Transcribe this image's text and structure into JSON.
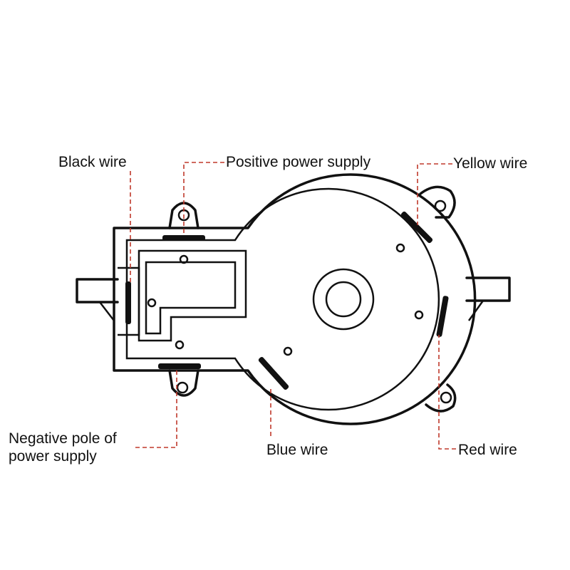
{
  "diagram": {
    "labels": {
      "black_wire": "Black wire",
      "positive_power": "Positive power supply",
      "yellow_wire": "Yellow wire",
      "negative_power_line1": "Negative pole of",
      "negative_power_line2": "power supply",
      "blue_wire": "Blue wire",
      "red_wire": "Red wire"
    },
    "colors": {
      "line": "#111111",
      "leader": "#c0392b",
      "background": "#ffffff"
    }
  }
}
